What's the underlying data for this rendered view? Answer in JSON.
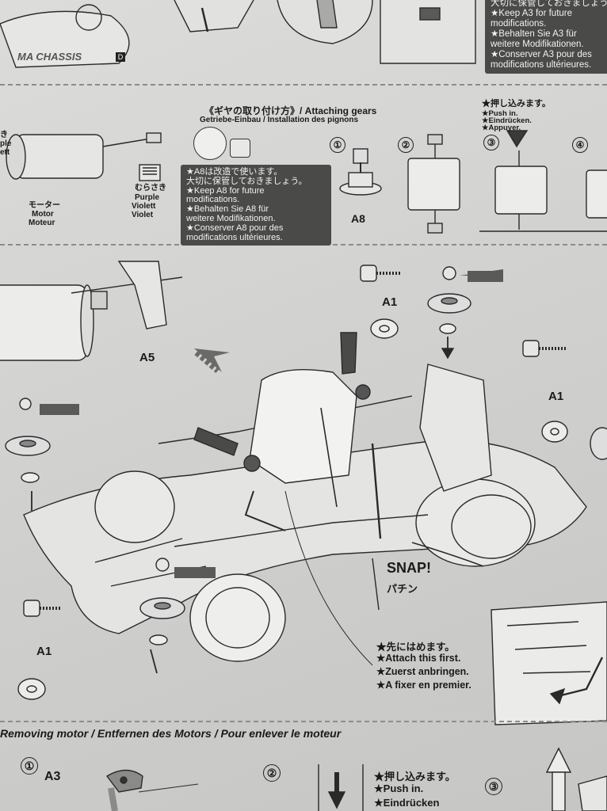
{
  "top_section": {
    "chassis_logo": "MA CHASSIS",
    "logo_badge": "D",
    "note_lines": [
      "大切に保管しておきましょう。",
      "★Keep A3 for future",
      "modifications.",
      "★Behalten Sie A3 für",
      "weitere Modifikationen.",
      "★Conserver A3 pour des",
      "modifications ultérieures."
    ]
  },
  "gears_section": {
    "title": "《ギヤの取り付け方》/ Attaching gears",
    "subtitle": "Getriebe-Einbau / Installation des pignons",
    "motor_label_jp": "モーター",
    "motor_label_en": "Motor",
    "motor_label_fr": "Moteur",
    "side_label_1": "き",
    "side_label_2": "ple",
    "side_label_3": "ett",
    "purple_jp": "むらさき",
    "purple_en": "Purple",
    "purple_de": "Violett",
    "purple_fr": "Violet",
    "note_lines": [
      "★A8は改造で使います。",
      "大切に保管しておきましょう。",
      "★Keep A8 for future",
      "modifications.",
      "★Behalten Sie A8 für",
      "weitere Modifikationen.",
      "★Conserver A8 pour des",
      "modifications ultérieures."
    ],
    "steps": [
      "①",
      "②",
      "③",
      "④"
    ],
    "part_a8": "A8",
    "push_jp": "★押し込みます。",
    "push_en": "★Push in.",
    "push_de": "★Eindrücken.",
    "push_fr": "★Appuyer."
  },
  "main_section": {
    "part_a5": "A5",
    "part_a1_top": "A1",
    "part_a1_right": "A1",
    "part_a1_bottom": "A1",
    "snap_en": "SNAP!",
    "snap_jp": "パチン",
    "attach_jp": "★先にはめます。",
    "attach_en": "★Attach this first.",
    "attach_de": "★Zuerst anbringen.",
    "attach_fr": "★A fixer en premier."
  },
  "bottom_section": {
    "title": "Removing motor / Entfernen des Motors / Pour enlever le moteur",
    "step1": "①",
    "part_a3": "A3",
    "step2": "②",
    "push_jp": "★押し込みます。",
    "push_en": "★Push in.",
    "push_de": "★Eindrücken",
    "step3": "③"
  }
}
